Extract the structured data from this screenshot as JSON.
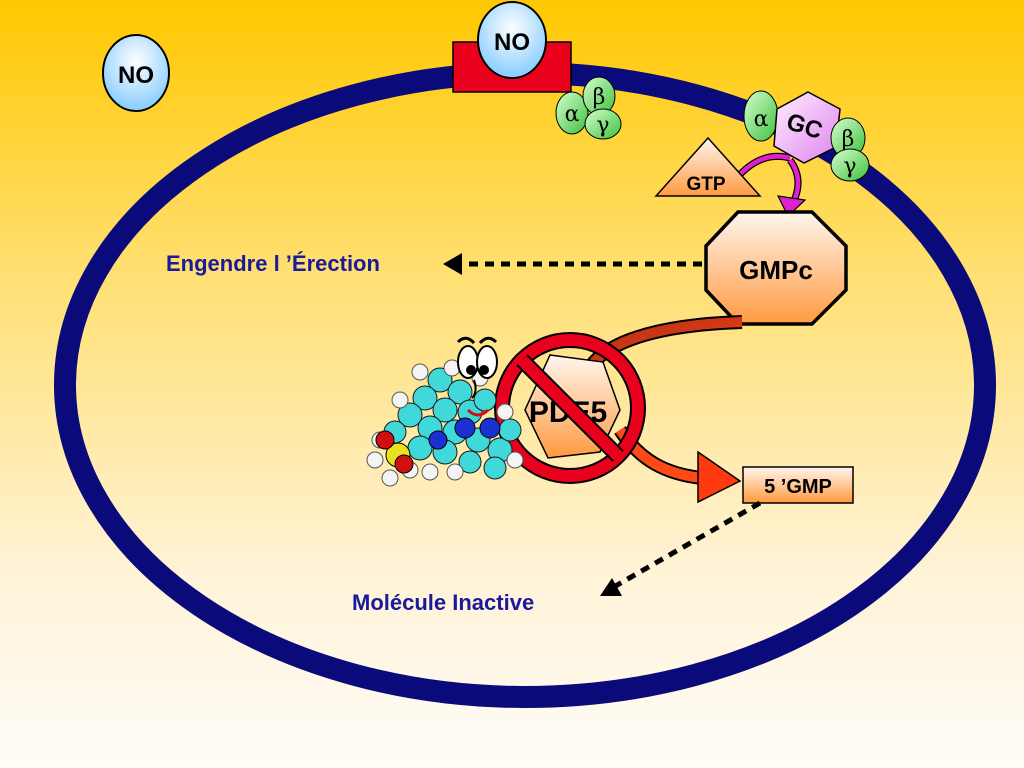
{
  "extracellular": {
    "no_free": "NO",
    "no_receptor": "NO"
  },
  "g_protein_left": {
    "alpha": "α",
    "beta": "β",
    "gamma": "γ"
  },
  "g_protein_right": {
    "alpha": "α",
    "beta": "β",
    "gamma": "γ"
  },
  "enzyme": {
    "gc": "GC",
    "substrate": "GTP",
    "product": "GMPc"
  },
  "degradation": {
    "enzyme": "PDE5",
    "product": "5 ’GMP"
  },
  "outcomes": {
    "erection": "Engendre l ’Érection",
    "inactive": "Molécule Inactive"
  },
  "colors": {
    "membrane": "#0a0a7a",
    "receptor": "#e8001c",
    "label_blue": "#1a1a9a",
    "prohibit": "#e8001c",
    "pink_arrow": "#e020d0"
  }
}
